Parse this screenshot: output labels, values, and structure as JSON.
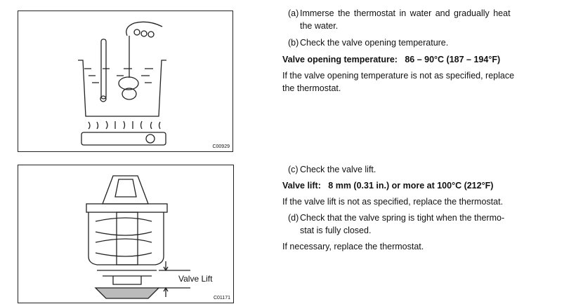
{
  "figures": [
    {
      "code": "C00929"
    },
    {
      "code": "C01171",
      "callout": "Valve Lift"
    }
  ],
  "section1": {
    "a_label": "(a)",
    "a_line1": "Immerse the thermostat in water and gradually heat",
    "a_line2": "the water.",
    "b_label": "(b)",
    "b_text": "Check the valve opening temperature.",
    "spec": "Valve opening temperature:   86 – 90°C (187 – 194°F)",
    "note_line1": "If the valve opening temperature is not as specified, replace",
    "note_line2": "the thermostat."
  },
  "section2": {
    "c_label": "(c)",
    "c_text": "Check the valve lift.",
    "spec": "Valve lift:   8 mm (0.31 in.) or more at 100°C (212°F)",
    "note1": "If the valve lift is not as specified, replace the thermostat.",
    "d_label": "(d)",
    "d_line1": "Check that the valve spring is tight when the thermo-",
    "d_line2": "stat is fully closed.",
    "note2": "If necessary, replace the thermostat."
  }
}
